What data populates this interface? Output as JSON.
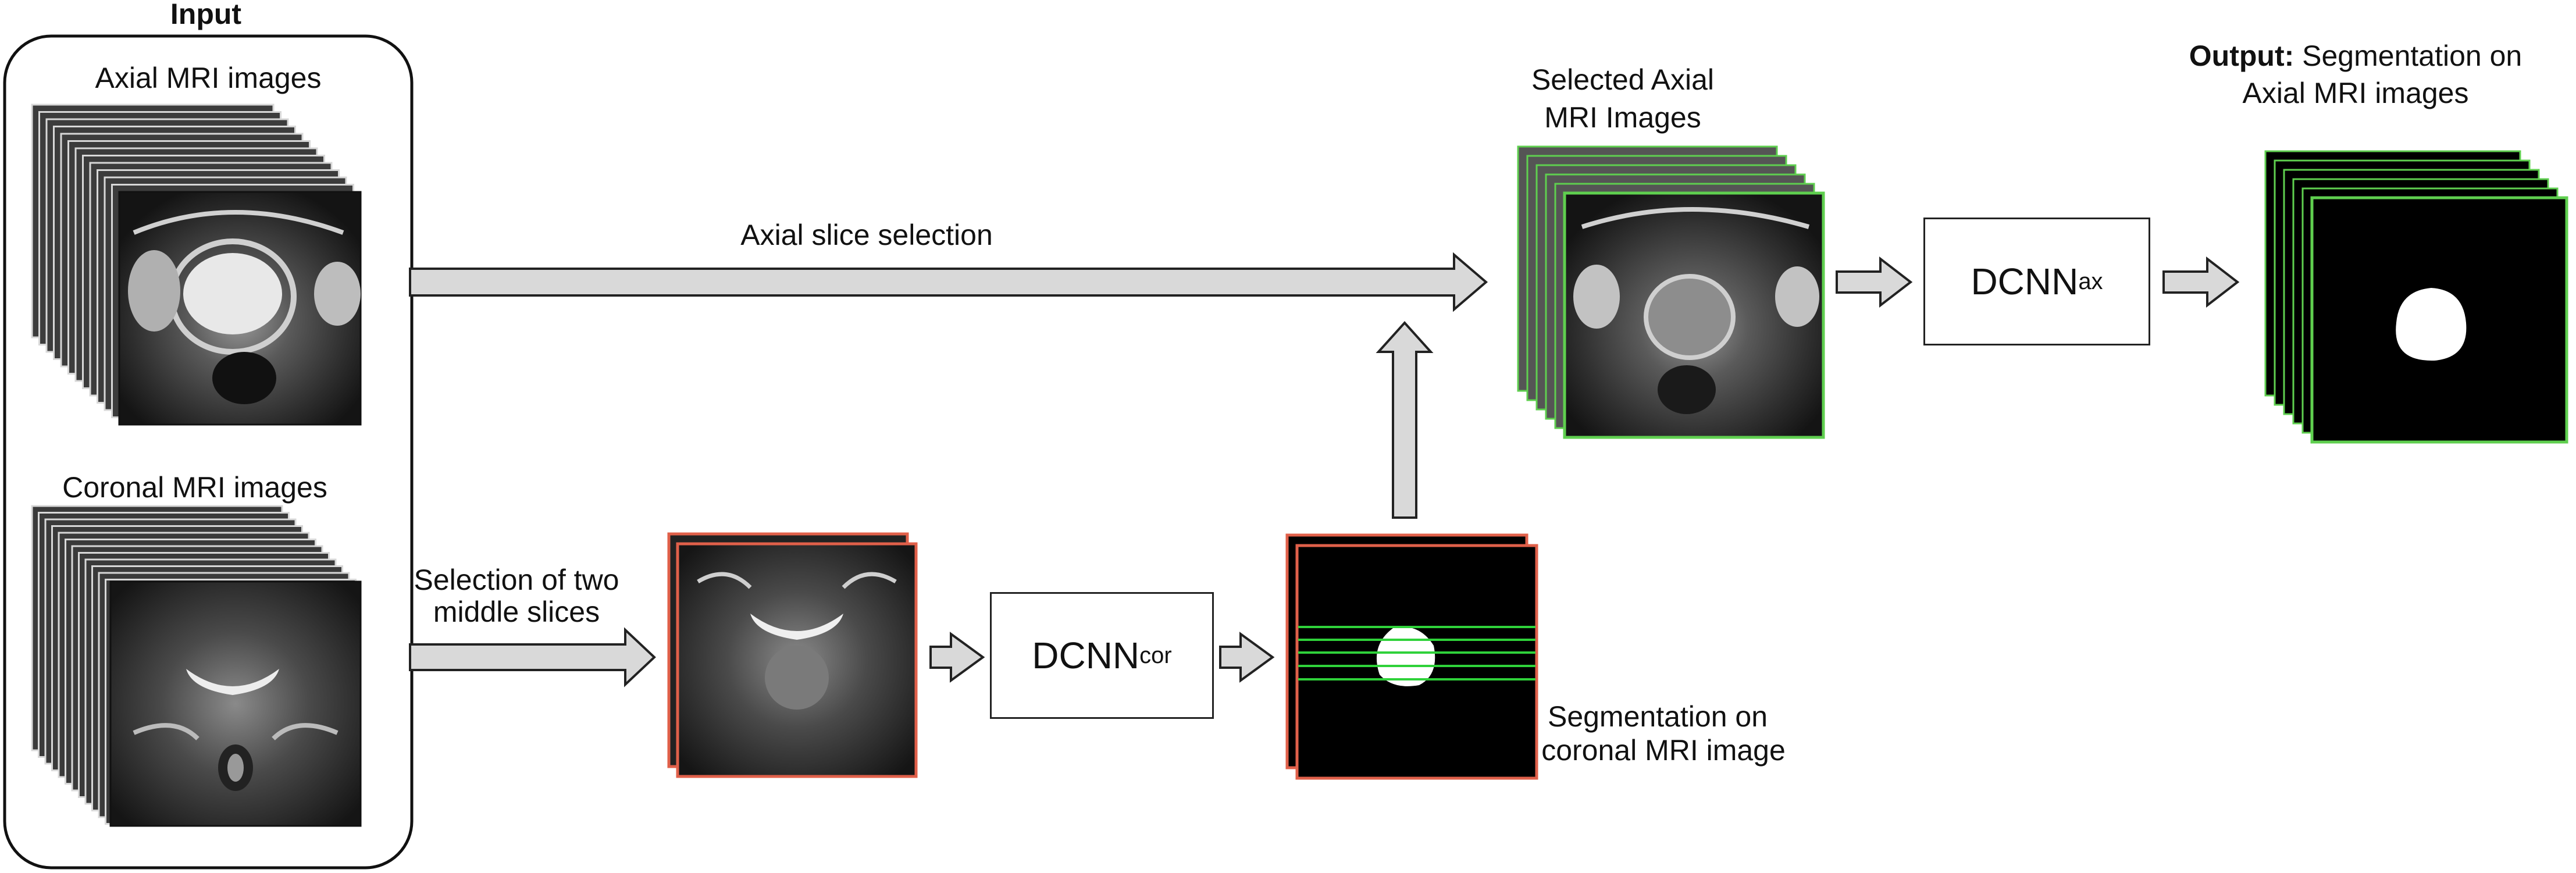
{
  "input": {
    "title": "Input",
    "axial_label": "Axial MRI images",
    "coronal_label": "Coronal MRI images"
  },
  "steps": {
    "axial_slice_selection": "Axial slice selection",
    "selection_line1": "Selection of two",
    "selection_line2": "middle slices",
    "selected_axial_line1": "Selected Axial",
    "selected_axial_line2": "MRI Images",
    "seg_coronal_line1": "Segmentation on",
    "seg_coronal_line2": "coronal MRI image"
  },
  "models": {
    "cor_main": "DCNN",
    "cor_sub": "cor",
    "ax_main": "DCNN",
    "ax_sub": "ax"
  },
  "output": {
    "title_bold": "Output:",
    "title_rest": " Segmentation on",
    "line2": "Axial MRI images"
  },
  "colors": {
    "arrow_fill": "#d9d9d9",
    "arrow_stroke": "#222222",
    "selected_border": "#5fcf4f",
    "coronal_border": "#e0604a",
    "slice_line": "#2fd23a"
  }
}
